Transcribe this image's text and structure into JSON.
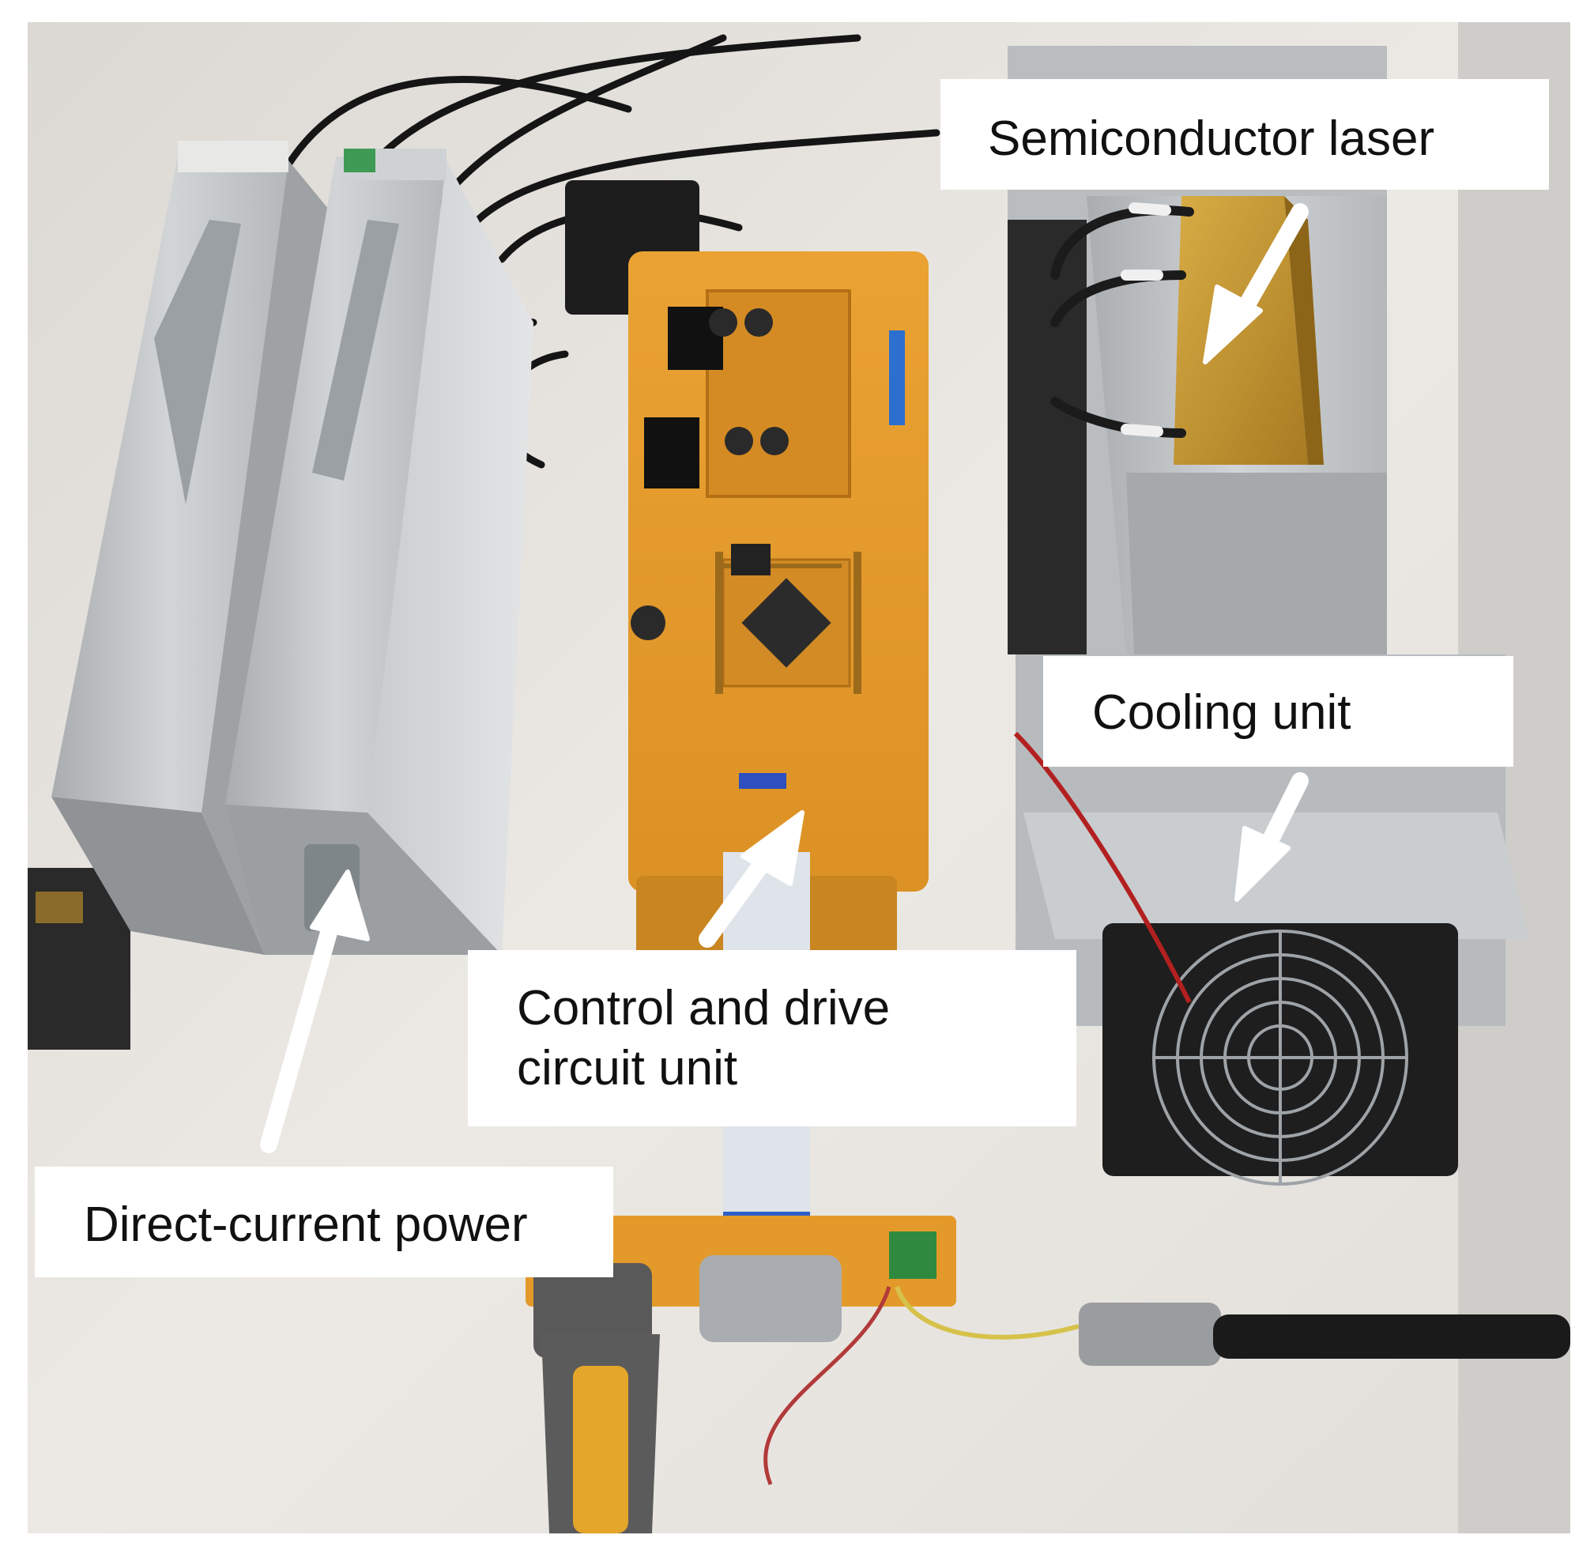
{
  "labels": {
    "semiconductor_laser": "Semiconductor laser",
    "cooling_unit": "Cooling unit",
    "control_line1": "Control and drive",
    "control_line2": "circuit unit",
    "dc_power": "Direct-current power"
  },
  "icons": {
    "arrow": "arrow-icon",
    "fan": "fan-icon"
  },
  "colors": {
    "background": "#e9e6e1",
    "pcb": "#e39a2a",
    "metal": "#c7cbcd",
    "laser_gold": "#c4942f",
    "arrow": "#ffffff",
    "label_bg": "#ffffff",
    "label_text": "#111111"
  }
}
